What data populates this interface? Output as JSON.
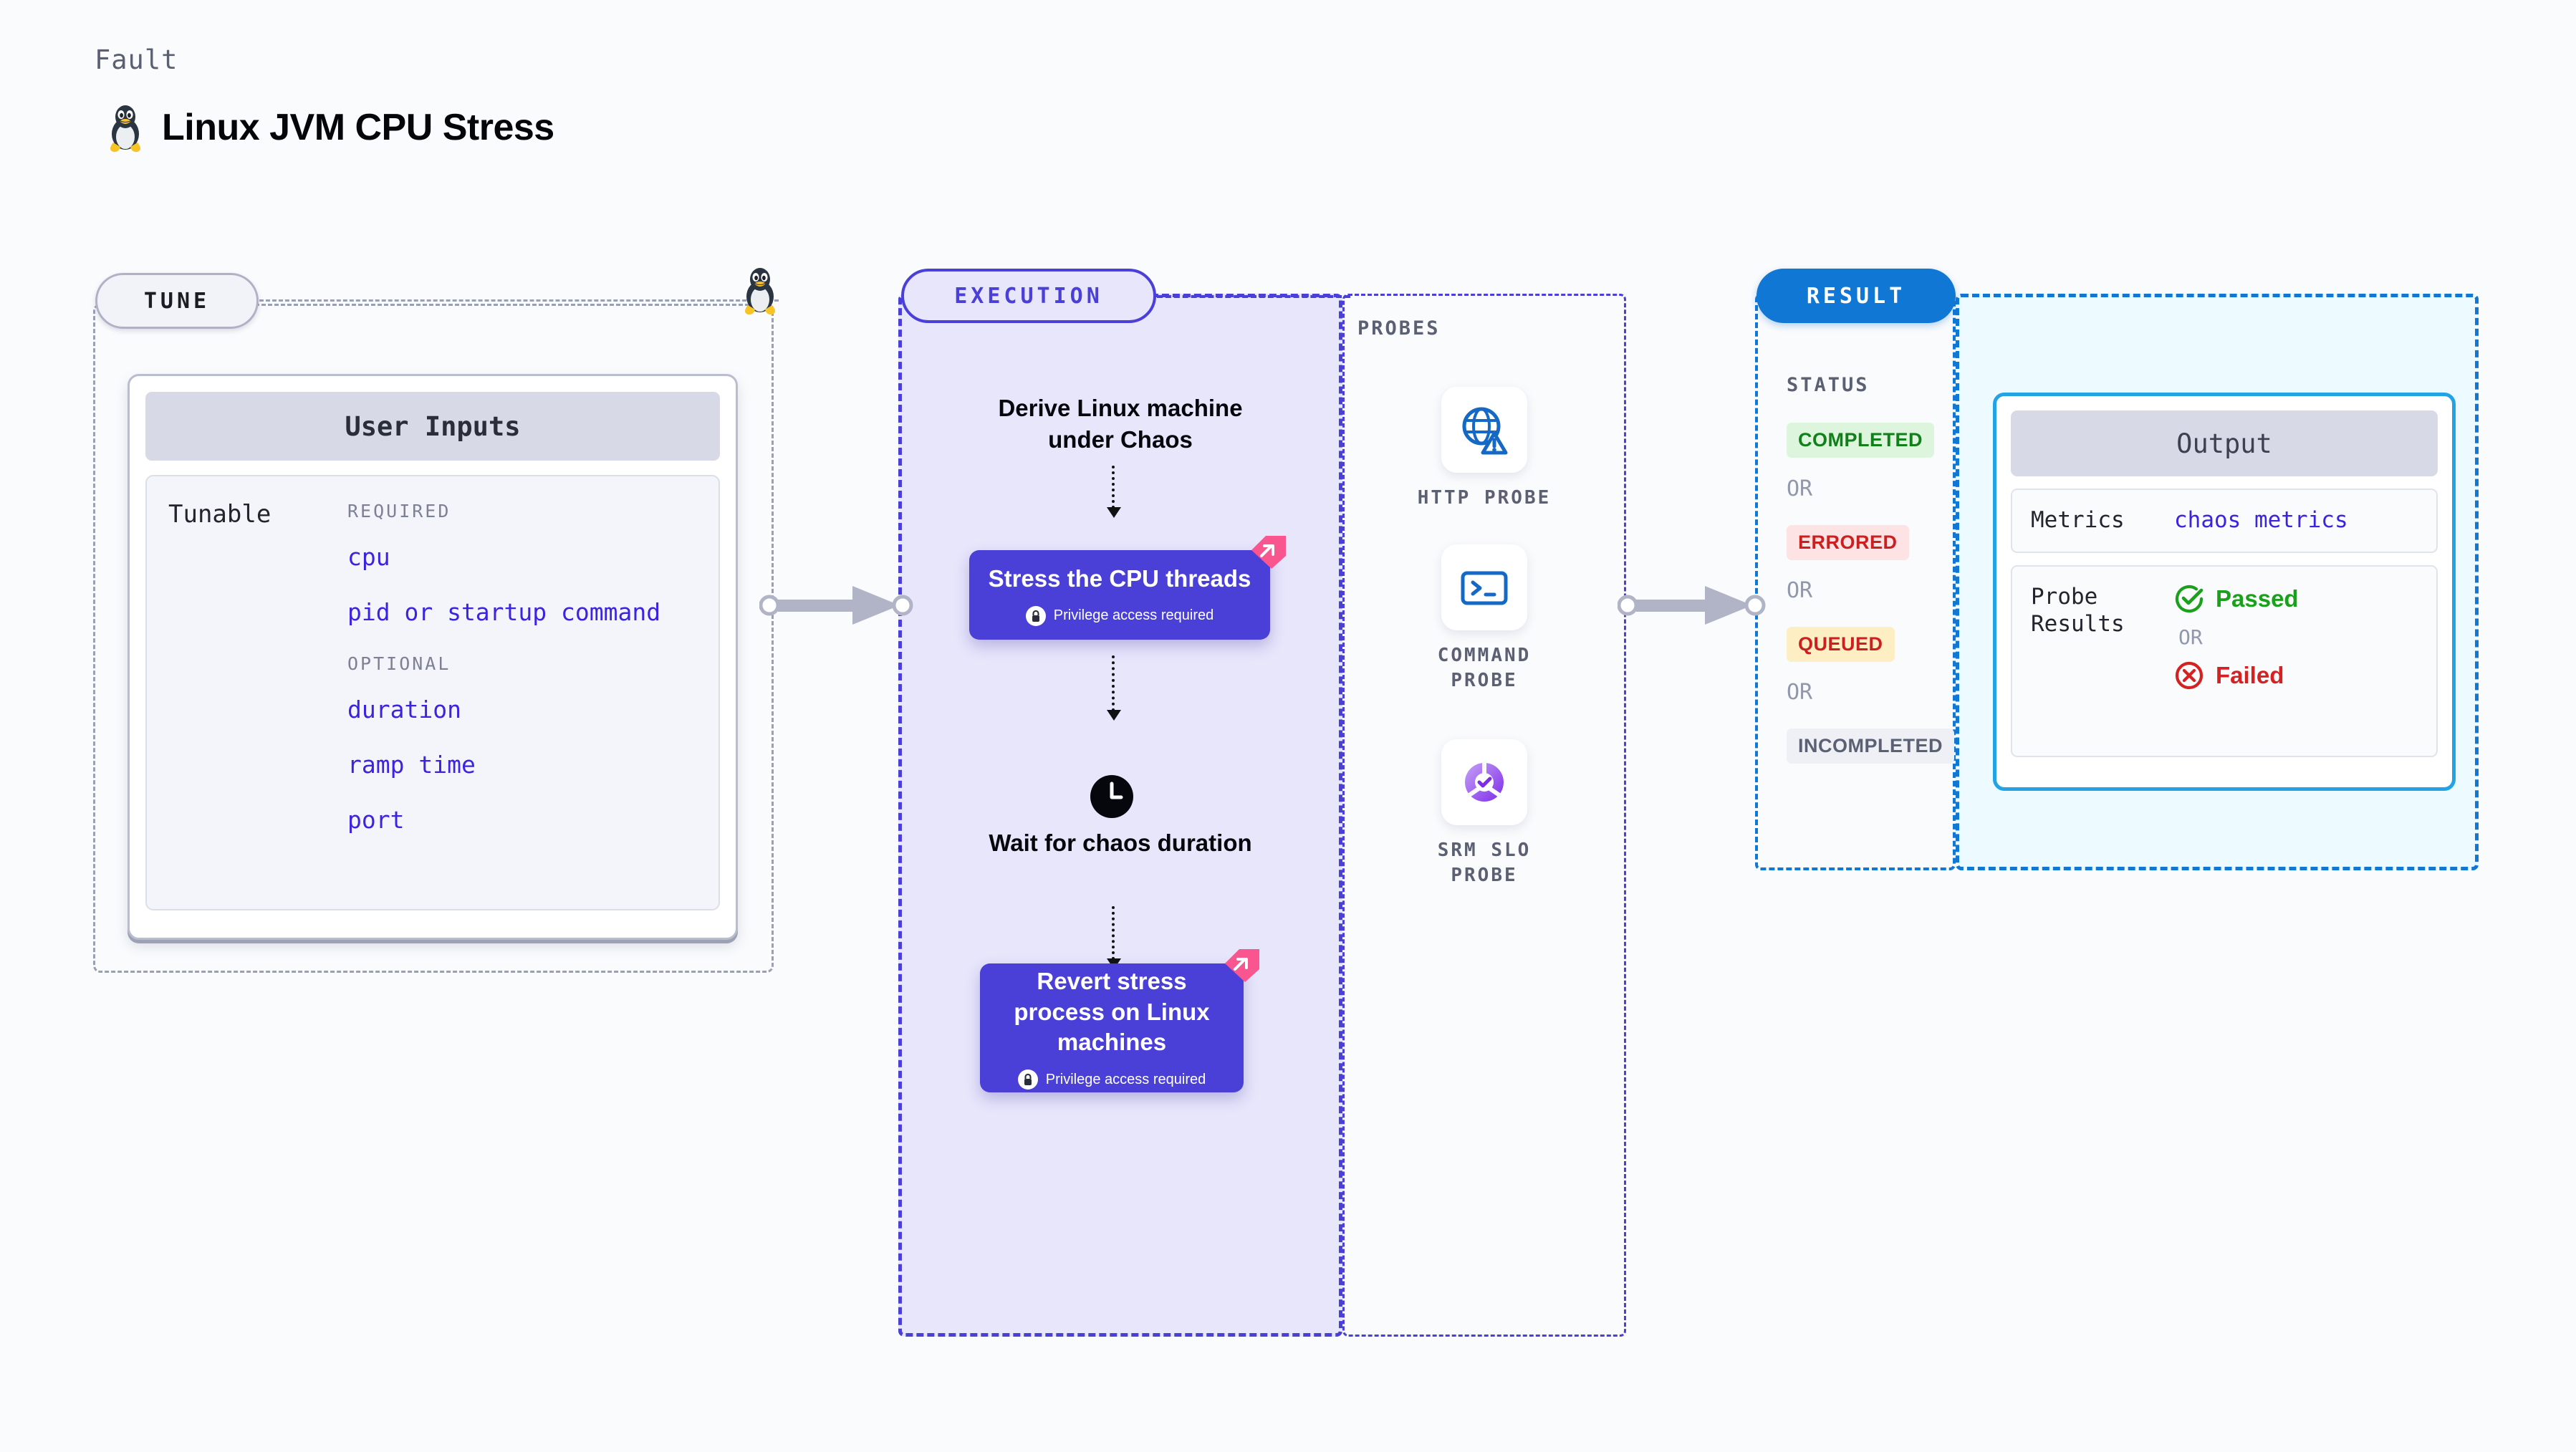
{
  "header": {
    "eyebrow": "Fault",
    "title": "Linux JVM CPU Stress",
    "icon": "linux-tux-icon"
  },
  "tune": {
    "badge": "TUNE",
    "card_title": "User Inputs",
    "tunable_label": "Tunable",
    "groups": [
      {
        "label": "REQUIRED",
        "params": [
          "cpu",
          "pid or startup command"
        ]
      },
      {
        "label": "OPTIONAL",
        "params": [
          "duration",
          "ramp time",
          "port"
        ]
      }
    ]
  },
  "execution": {
    "badge": "EXECUTION",
    "step1": "Derive Linux machine under Chaos",
    "card1": {
      "title": "Stress the CPU threads",
      "note": "Privilege access required"
    },
    "step2": "Wait for chaos duration",
    "card2": {
      "title": "Revert stress process on Linux machines",
      "note": "Privilege access required"
    }
  },
  "probes": {
    "label": "PROBES",
    "items": [
      {
        "name": "HTTP PROBE",
        "icon": "globe-warning-icon"
      },
      {
        "name": "COMMAND PROBE",
        "icon": "terminal-icon"
      },
      {
        "name": "SRM SLO PROBE",
        "icon": "slo-donut-check-icon"
      }
    ]
  },
  "result": {
    "badge": "RESULT",
    "status_label": "STATUS",
    "or_label": "OR",
    "statuses": [
      {
        "text": "COMPLETED",
        "bg": "#dcf5dc",
        "fg": "#11801a"
      },
      {
        "text": "ERRORED",
        "bg": "#fde3e3",
        "fg": "#cc1f1f"
      },
      {
        "text": "QUEUED",
        "bg": "#fdeec3",
        "fg": "#cc1f1f"
      },
      {
        "text": "INCOMPLETED",
        "bg": "#eef0f6",
        "fg": "#5b6073"
      }
    ],
    "output": {
      "title": "Output",
      "metrics_key": "Metrics",
      "metrics_value": "chaos metrics",
      "probe_key": "Probe Results",
      "passed": "Passed",
      "or_label": "OR",
      "failed": "Failed"
    }
  },
  "colors": {
    "purple": "#4a40d8",
    "blue": "#1177d4",
    "pink": "#f9558f",
    "green": "#1aa01a",
    "red": "#d42222",
    "link": "#3a24e0"
  }
}
